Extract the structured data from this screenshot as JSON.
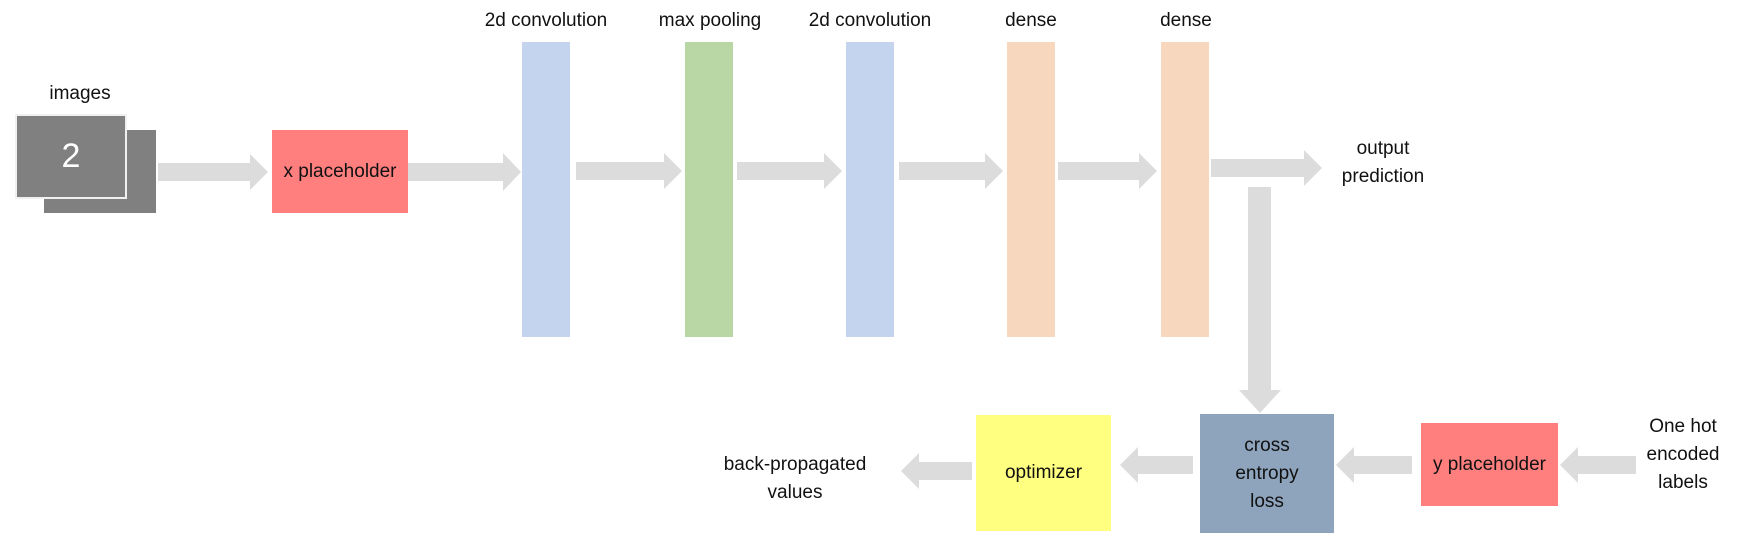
{
  "diagram": {
    "images_label": "images",
    "digit": "2",
    "x_placeholder": "x placeholder",
    "layers": [
      {
        "label": "2d convolution",
        "kind": "conv"
      },
      {
        "label": "max pooling",
        "kind": "pool"
      },
      {
        "label": "2d convolution",
        "kind": "conv"
      },
      {
        "label": "dense",
        "kind": "dense"
      },
      {
        "label": "dense",
        "kind": "dense"
      }
    ],
    "output_label_line1": "output",
    "output_label_line2": "prediction",
    "cross_entropy_line1": "cross",
    "cross_entropy_line2": "entropy",
    "cross_entropy_line3": "loss",
    "optimizer": "optimizer",
    "y_placeholder": "y placeholder",
    "labels_line1": "One hot",
    "labels_line2": "encoded",
    "labels_line3": "labels",
    "backprop_line1": "back-propagated",
    "backprop_line2": "values",
    "colors": {
      "conv": "#c5d4ee",
      "pool": "#b9d7a4",
      "dense": "#f8d7bf",
      "placeholder": "#ff7f7f",
      "optimizer": "#ffff80",
      "loss": "#8ea3bc",
      "arrow": "#dcdcdc",
      "image": "#808080"
    }
  }
}
